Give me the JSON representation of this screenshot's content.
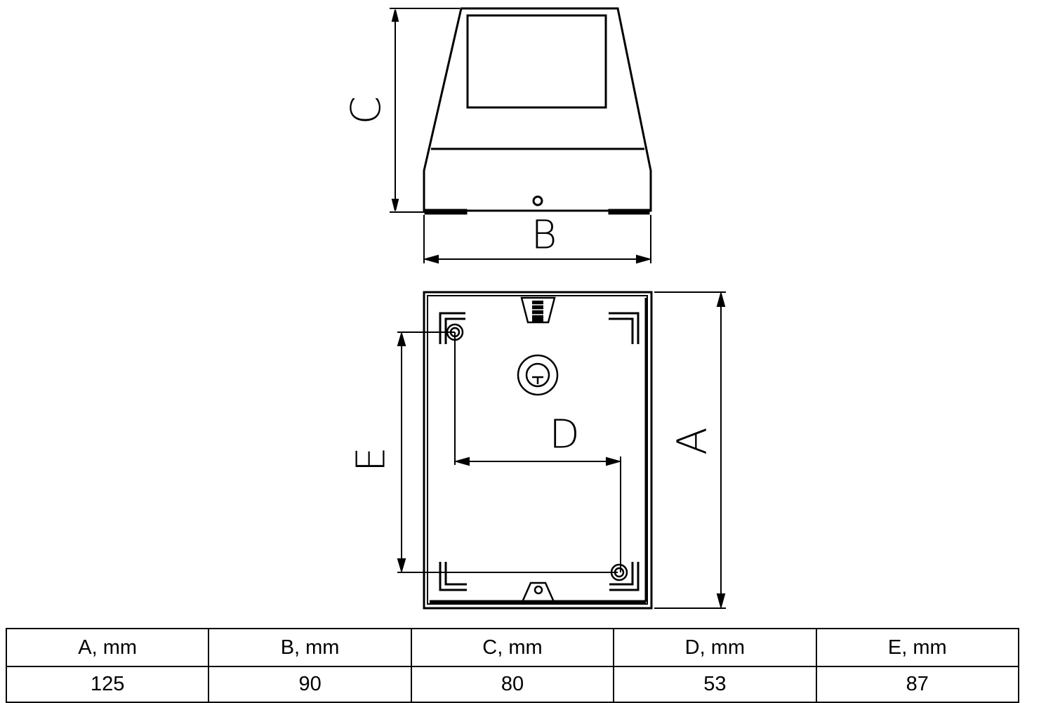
{
  "labels": {
    "a": "A",
    "b": "B",
    "c": "C",
    "d": "D",
    "e": "E"
  },
  "table": {
    "headers": [
      "A, mm",
      "B, mm",
      "C, mm",
      "D, mm",
      "E, mm"
    ],
    "values": [
      "125",
      "90",
      "80",
      "53",
      "87"
    ]
  }
}
